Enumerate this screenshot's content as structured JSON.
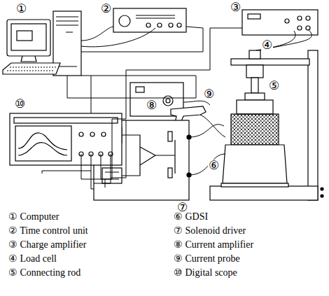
{
  "diagram": {
    "labels": [
      "①",
      "②",
      "③",
      "④",
      "⑤",
      "⑥",
      "⑦",
      "⑧",
      "⑨",
      "⑩",
      "① Computer",
      "② Time control unit",
      "③ Charge amplifier",
      "④ Load cell",
      "⑤ Connecting rod",
      "⑥ GDSI",
      "⑦ Solenoid driver",
      "⑧ Current amplifier",
      "⑨ Current probe",
      "⑩ Digital scope"
    ]
  }
}
